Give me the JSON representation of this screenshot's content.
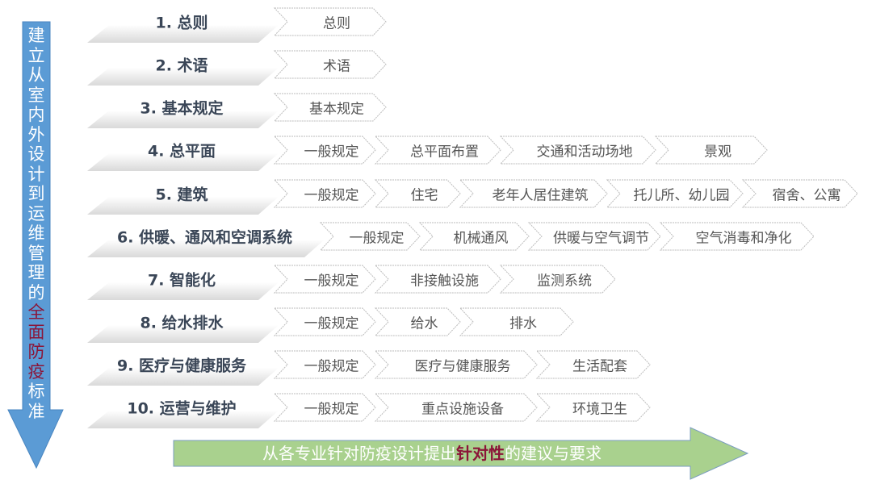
{
  "left_arrow": {
    "pre": "建立从室内外设计到运维管理的",
    "highlight": "全面防疫",
    "post": "标准",
    "color": "#5b9bd5"
  },
  "bottom_arrow": {
    "pre": "从各专业针对防疫设计提出",
    "highlight": "针对性",
    "post": "的建议与要求",
    "color": "#a9d18e"
  },
  "rows": [
    {
      "label": "1. 总则",
      "items": [
        "总则"
      ]
    },
    {
      "label": "2. 术语",
      "items": [
        "术语"
      ]
    },
    {
      "label": "3. 基本规定",
      "items": [
        "基本规定"
      ]
    },
    {
      "label": "4. 总平面",
      "items": [
        "一般规定",
        "总平面布置",
        "交通和活动场地",
        "景观"
      ]
    },
    {
      "label": "5. 建筑",
      "items": [
        "一般规定",
        "住宅",
        "老年人居住建筑",
        "托儿所、幼儿园",
        "宿舍、公寓"
      ]
    },
    {
      "label": "6. 供暖、通风和空调系统",
      "items": [
        "一般规定",
        "机械通风",
        "供暖与空气调节",
        "空气消毒和净化"
      ]
    },
    {
      "label": "7. 智能化",
      "items": [
        "一般规定",
        "非接触设施",
        "监测系统"
      ]
    },
    {
      "label": "8. 给水排水",
      "items": [
        "一般规定",
        "给水",
        "排水"
      ]
    },
    {
      "label": "9. 医疗与健康服务",
      "items": [
        "一般规定",
        "医疗与健康服务",
        "生活配套"
      ]
    },
    {
      "label": "10. 运营与维护",
      "items": [
        "一般规定",
        "重点设施设备",
        "环境卫生"
      ]
    }
  ]
}
